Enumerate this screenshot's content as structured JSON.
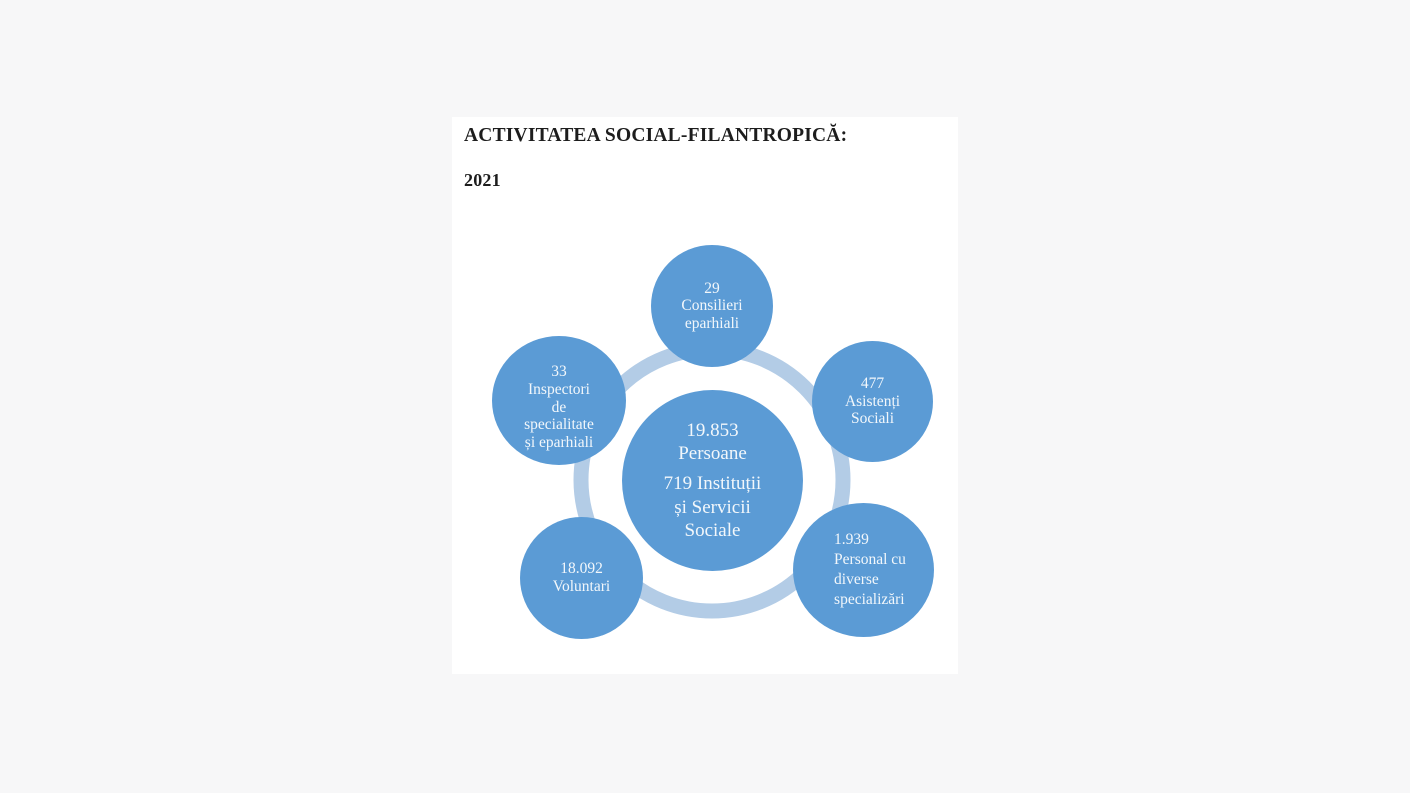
{
  "page": {
    "background_color": "#f7f7f8",
    "card_background": "#ffffff"
  },
  "header": {
    "title": "ACTIVITATEA SOCIAL-FILANTROPICĂ:",
    "year": "2021"
  },
  "palette": {
    "circle_fill": "#5b9bd5",
    "ring_fill": "#b3cce6",
    "text_color": "#f2f7fb",
    "heading_color": "#1d1d1d"
  },
  "chart_data": {
    "type": "diagram",
    "title": "ACTIVITATEA SOCIAL-FILANTROPICĂ: 2021",
    "layout": "hub-and-spoke ring with central circle and six surrounding circles",
    "center": {
      "label_line1": "19.853",
      "label_line2": "Persoane",
      "label_line3": "719 Instituții",
      "label_line4": "și Servicii",
      "label_line5": "Sociale",
      "value_persons": 19853,
      "value_institutions": 719
    },
    "nodes": [
      {
        "id": "consilieri-eparhiali",
        "position": "top",
        "value": "29",
        "label_line1": "Consilieri",
        "label_line2": "eparhiali",
        "numeric_value": 29
      },
      {
        "id": "asistenti-sociali",
        "position": "right",
        "value": "477",
        "label_line1": "Asistenți",
        "label_line2": "Sociali",
        "numeric_value": 477
      },
      {
        "id": "personal-specializari",
        "position": "bottom-right",
        "value": "1.939",
        "label_line1": "Personal cu",
        "label_line2": "diverse",
        "label_line3": "specializări",
        "numeric_value": 1939
      },
      {
        "id": "voluntari",
        "position": "bottom-left",
        "value": "18.092",
        "label_line1": "Voluntari",
        "numeric_value": 18092
      },
      {
        "id": "inspectori-specialitate",
        "position": "left",
        "value": "33",
        "label_line1": "Inspectori",
        "label_line2": "de",
        "label_line3": "specialitate",
        "label_line4": "și eparhiali",
        "numeric_value": 33
      }
    ]
  }
}
